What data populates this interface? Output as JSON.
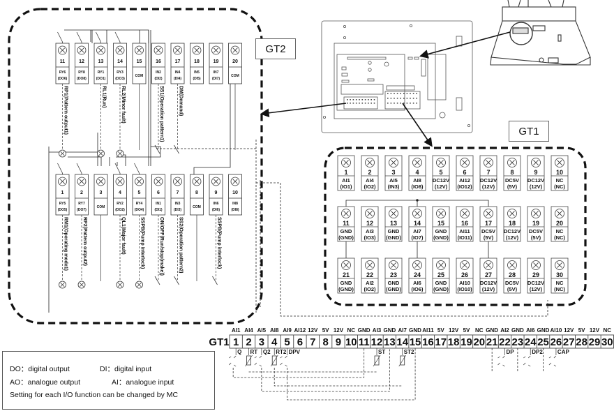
{
  "tags": {
    "gt2": "GT2",
    "gt1": "GT1"
  },
  "gt2": {
    "top_row": [
      {
        "num": "11",
        "code": "RY6",
        "sub": "(DO6)",
        "func": "RP1(Pattern output1)"
      },
      {
        "num": "12",
        "code": "RY8",
        "sub": "(DO8)",
        "func": ""
      },
      {
        "num": "13",
        "code": "RY1",
        "sub": "(DO1)",
        "func": "RL1(Run)"
      },
      {
        "num": "14",
        "code": "RY3",
        "sub": "(DO3)",
        "func": "RL2(Minor fault)"
      },
      {
        "num": "15",
        "code": "COM",
        "sub": "",
        "func": ""
      },
      {
        "num": "16",
        "code": "IN2",
        "sub": "(DI2)",
        "func": "SS1(Operation pattern1)"
      },
      {
        "num": "17",
        "code": "IN4",
        "sub": "(DI4)",
        "func": "DM(Demand)"
      },
      {
        "num": "18",
        "code": "IN5",
        "sub": "(DI5)",
        "func": ""
      },
      {
        "num": "19",
        "code": "IN7",
        "sub": "(DI7)",
        "func": ""
      },
      {
        "num": "20",
        "code": "COM",
        "sub": "",
        "func": ""
      }
    ],
    "bottom_row": [
      {
        "num": "1",
        "code": "RY5",
        "sub": "(DO5)",
        "func": "RM1(Operating mode1)"
      },
      {
        "num": "2",
        "code": "RY7",
        "sub": "(DO7)",
        "func": "RP2(Pattern output2)"
      },
      {
        "num": "3",
        "code": "COM",
        "sub": "",
        "func": ""
      },
      {
        "num": "4",
        "code": "RY2",
        "sub": "(DO2)",
        "func": "QL1(Major fault)"
      },
      {
        "num": "5",
        "code": "RY4",
        "sub": "(DO4)",
        "func": "SSPB(Pump interlock)"
      },
      {
        "num": "6",
        "code": "IN1",
        "sub": "(DI1)",
        "func": "ON/OFF(Run/stop(make))"
      },
      {
        "num": "7",
        "code": "IN3",
        "sub": "(DI3)",
        "func": "SS2(Operation pattern2)"
      },
      {
        "num": "8",
        "code": "COM",
        "sub": "",
        "func": ""
      },
      {
        "num": "9",
        "code": "IN6",
        "sub": "(DI6)",
        "func": "SSPB(Pump interlock)"
      },
      {
        "num": "10",
        "code": "IN8",
        "sub": "(DI8)",
        "func": ""
      }
    ]
  },
  "gt1": {
    "rows": [
      [
        {
          "num": "1",
          "code": "AI1",
          "sub": "(IO1)"
        },
        {
          "num": "2",
          "code": "AI4",
          "sub": "(IO2)"
        },
        {
          "num": "3",
          "code": "AI5",
          "sub": "(IN3)"
        },
        {
          "num": "4",
          "code": "AI8",
          "sub": "(IO8)"
        },
        {
          "num": "5",
          "code": "DC12V",
          "sub": "(12V)"
        },
        {
          "num": "6",
          "code": "AI12",
          "sub": "(IO12)"
        },
        {
          "num": "7",
          "code": "DC12V",
          "sub": "(12V)"
        },
        {
          "num": "8",
          "code": "DC5V",
          "sub": "(5V)"
        },
        {
          "num": "9",
          "code": "DC12V",
          "sub": "(12V)"
        },
        {
          "num": "10",
          "code": "NC",
          "sub": "(NC)"
        }
      ],
      [
        {
          "num": "11",
          "code": "GND",
          "sub": "(GND)"
        },
        {
          "num": "12",
          "code": "AI3",
          "sub": "(IO3)"
        },
        {
          "num": "13",
          "code": "GND",
          "sub": "(GND)"
        },
        {
          "num": "14",
          "code": "AI7",
          "sub": "(IO7)"
        },
        {
          "num": "15",
          "code": "GND",
          "sub": "(GND)"
        },
        {
          "num": "16",
          "code": "AI11",
          "sub": "(IO11)"
        },
        {
          "num": "17",
          "code": "DC5V",
          "sub": "(5V)"
        },
        {
          "num": "18",
          "code": "DC12V",
          "sub": "(12V)"
        },
        {
          "num": "19",
          "code": "DC5V",
          "sub": "(5V)"
        },
        {
          "num": "20",
          "code": "NC",
          "sub": "(NC)"
        }
      ],
      [
        {
          "num": "21",
          "code": "GND",
          "sub": "(GND)"
        },
        {
          "num": "22",
          "code": "AI2",
          "sub": "(IO2)"
        },
        {
          "num": "23",
          "code": "GND",
          "sub": "(GND)"
        },
        {
          "num": "24",
          "code": "AI6",
          "sub": "(IO6)"
        },
        {
          "num": "25",
          "code": "GND",
          "sub": "(GND)"
        },
        {
          "num": "26",
          "code": "AI10",
          "sub": "(IO10)"
        },
        {
          "num": "27",
          "code": "DC12V",
          "sub": "(12V)"
        },
        {
          "num": "28",
          "code": "DC5V",
          "sub": "(5V)"
        },
        {
          "num": "29",
          "code": "DC12V",
          "sub": "(12V)"
        },
        {
          "num": "30",
          "code": "NC",
          "sub": "(NC)"
        }
      ]
    ]
  },
  "strip": {
    "label": "GT1",
    "terminals": [
      {
        "num": "1",
        "top": "AI1"
      },
      {
        "num": "2",
        "top": "AI4"
      },
      {
        "num": "3",
        "top": "AI5"
      },
      {
        "num": "4",
        "top": "AI8"
      },
      {
        "num": "5",
        "top": "AI9"
      },
      {
        "num": "6",
        "top": "AI12"
      },
      {
        "num": "7",
        "top": "12V"
      },
      {
        "num": "8",
        "top": "5V"
      },
      {
        "num": "9",
        "top": "12V"
      },
      {
        "num": "10",
        "top": "NC"
      },
      {
        "num": "11",
        "top": "GND"
      },
      {
        "num": "12",
        "top": "AI3"
      },
      {
        "num": "13",
        "top": "GND"
      },
      {
        "num": "14",
        "top": "AI7"
      },
      {
        "num": "15",
        "top": "GND"
      },
      {
        "num": "16",
        "top": "AI11"
      },
      {
        "num": "17",
        "top": "5V"
      },
      {
        "num": "18",
        "top": "12V"
      },
      {
        "num": "19",
        "top": "5V"
      },
      {
        "num": "20",
        "top": "NC"
      },
      {
        "num": "21",
        "top": "GND"
      },
      {
        "num": "22",
        "top": "AI2"
      },
      {
        "num": "23",
        "top": "GND"
      },
      {
        "num": "24",
        "top": "AI6"
      },
      {
        "num": "25",
        "top": "GND"
      },
      {
        "num": "26",
        "top": "AI10"
      },
      {
        "num": "27",
        "top": "12V"
      },
      {
        "num": "28",
        "top": "5V"
      },
      {
        "num": "29",
        "top": "12V"
      },
      {
        "num": "30",
        "top": "NC"
      }
    ],
    "sensors": [
      {
        "label": "Q",
        "type": "pressure",
        "terminal": 1
      },
      {
        "label": "RT",
        "type": "thermistor",
        "terminal": 2
      },
      {
        "label": "Q2",
        "type": "pressure",
        "terminal": 3
      },
      {
        "label": "RT2",
        "type": "thermistor",
        "terminal": 4
      },
      {
        "label": "DPV",
        "type": "pressure",
        "terminal": 5
      },
      {
        "label": "ST",
        "type": "thermistor",
        "terminal": 12
      },
      {
        "label": "ST2",
        "type": "thermistor",
        "terminal": 14
      },
      {
        "label": "DP",
        "type": "pressure",
        "terminal": 22
      },
      {
        "label": "DP2",
        "type": "pressure",
        "terminal": 24
      },
      {
        "label": "CAP",
        "type": "pressure",
        "terminal": 26
      }
    ]
  },
  "legend": {
    "do": "DO：digital output",
    "di": "DI：digital input",
    "ao": "AO：analogue output",
    "ai": "AI：analogue input",
    "note": "Setting for each I/O function can be changed by MC"
  }
}
